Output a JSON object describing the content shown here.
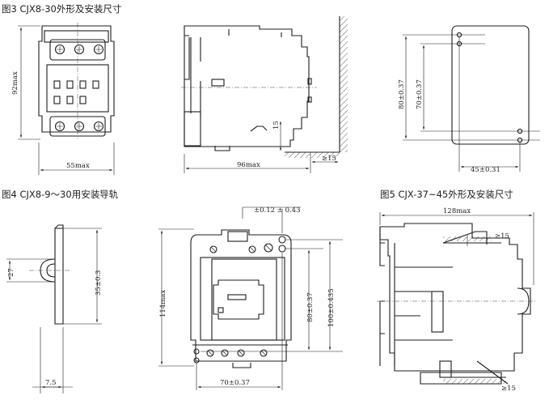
{
  "titles": {
    "fig3": "图3 CJX8-30外形及安装尺寸",
    "fig4": "图4 CJX8-9～30用安装导轨",
    "fig5": "图5 CJX-37~45外形及安装尺寸"
  },
  "dims": {
    "fig3_height": "92max",
    "fig3_width": "55max",
    "fig3_depth": "96max",
    "fig3_clear_v": "15",
    "fig3_clear_h": "15",
    "fig3_hole_v1": "80±0.37",
    "fig3_hole_v2": "70±0.37",
    "fig3_hole_h": "45±0.31",
    "rail_27": "27",
    "rail_35": "35±0.3",
    "rail_7_5": "7.5",
    "fig5_top": "±0.12 ± 0.43",
    "fig5_height": "114max",
    "fig5_hole_v1": "80±0.37",
    "fig5_hole_v2": "100±0.435",
    "fig5_hole_h": "70±0.37",
    "fig5_depth": "128max",
    "fig5_clear_top": "15",
    "fig5_clear_bottom": "15"
  }
}
